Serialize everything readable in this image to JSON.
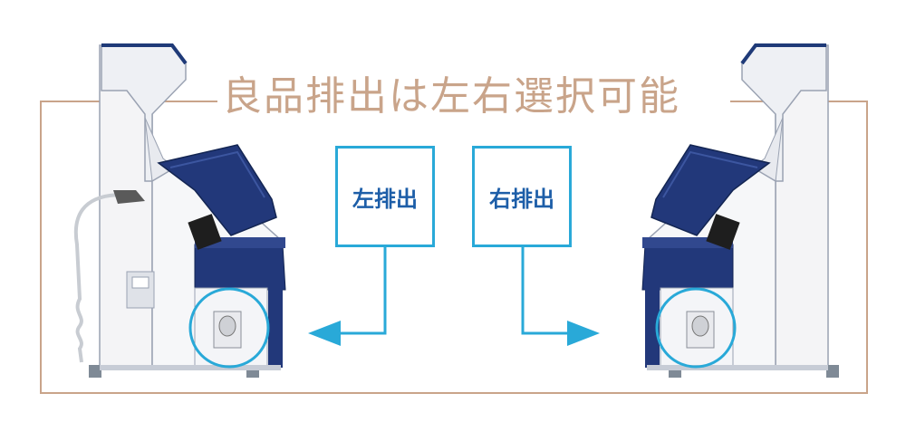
{
  "title": "良品排出は左右選択可能",
  "labels": {
    "left": "左排出",
    "right": "右排出"
  },
  "colors": {
    "accent": "#29a9d8",
    "label_text": "#1d5ea8",
    "frame": "#c9a48a",
    "machine_blue": "#1f3a78"
  },
  "icons": [
    "machine-left",
    "machine-right",
    "arrow-left",
    "arrow-right",
    "outlet-highlight-circle"
  ]
}
